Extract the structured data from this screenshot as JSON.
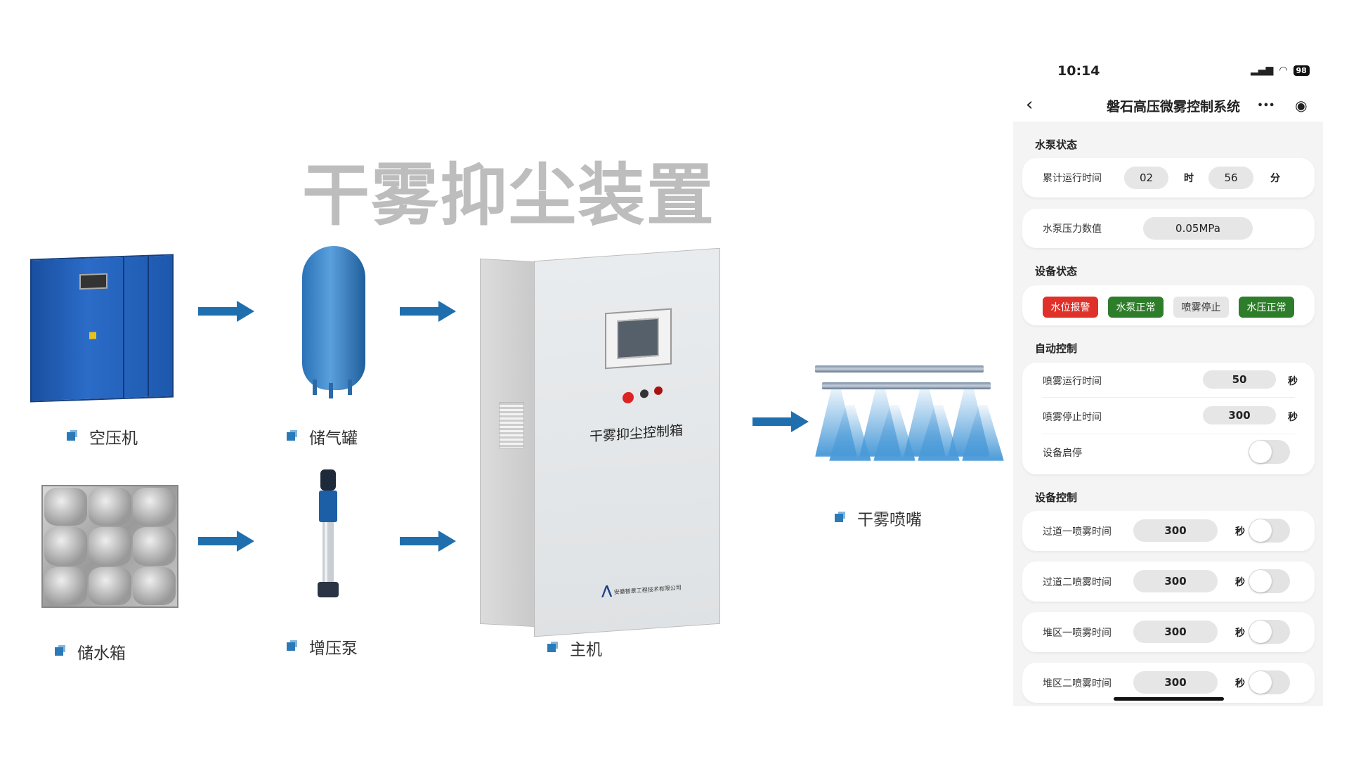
{
  "diagram": {
    "title": "干雾抑尘装置",
    "components": {
      "compressor": "空压机",
      "air_tank": "储气罐",
      "water_tank": "储水箱",
      "booster_pump": "增压泵",
      "host": "主机",
      "nozzle": "干雾喷嘴"
    },
    "control_box_label": "干雾抑尘控制箱",
    "control_box_company": "安徽智景工程技术有限公司",
    "arrow_color": "#1f6fae"
  },
  "phone": {
    "status": {
      "time": "10:14",
      "battery": "98"
    },
    "nav": {
      "title": "磐石高压微雾控制系统",
      "more": "•••"
    },
    "pump_status": {
      "heading": "水泵状态",
      "runtime_label": "累计运行时间",
      "hours": "02",
      "hours_unit": "时",
      "minutes": "56",
      "minutes_unit": "分",
      "pressure_label": "水泵压力数值",
      "pressure": "0.05MPa"
    },
    "device_status": {
      "heading": "设备状态",
      "badges": [
        {
          "label": "水位报警",
          "color": "#e0302a"
        },
        {
          "label": "水泵正常",
          "color": "#2e7d2a"
        },
        {
          "label": "喷雾停止",
          "color": "#e6e6e6"
        },
        {
          "label": "水压正常",
          "color": "#2e7d2a"
        }
      ]
    },
    "auto_control": {
      "heading": "自动控制",
      "run_label": "喷雾运行时间",
      "run_value": "50",
      "unit": "秒",
      "stop_label": "喷雾停止时间",
      "stop_value": "300",
      "switch_label": "设备启停",
      "switch_on": false
    },
    "device_control": {
      "heading": "设备控制",
      "unit": "秒",
      "rows": [
        {
          "label": "过道一喷雾时间",
          "value": "300",
          "on": false
        },
        {
          "label": "过道二喷雾时间",
          "value": "300",
          "on": false
        },
        {
          "label": "堆区一喷雾时间",
          "value": "300",
          "on": false
        },
        {
          "label": "堆区二喷雾时间",
          "value": "300",
          "on": false
        }
      ]
    }
  }
}
